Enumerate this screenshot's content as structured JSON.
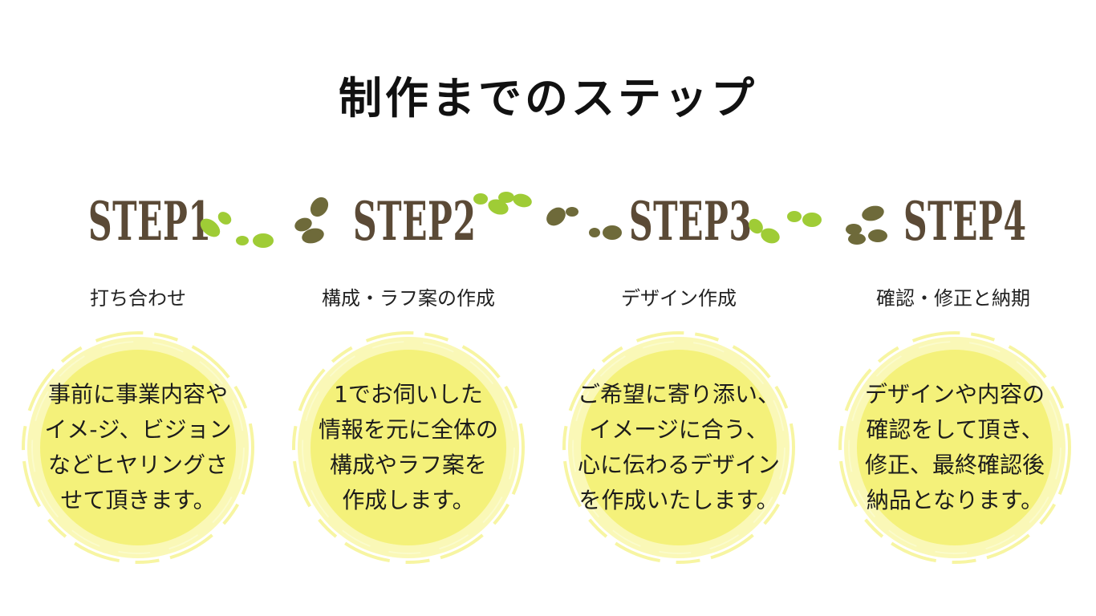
{
  "title": "制作までのステップ",
  "colors": {
    "green": "#9fcc36",
    "brown": "#6e6a3a",
    "yellow": "#f4f17a",
    "label": "#5b4a36"
  },
  "steps": [
    {
      "label": "STEP1",
      "title": "打ち合わせ",
      "text": "事前に事業内容や\nイメ-ジ、ビジョン\nなどヒヤリングさ\nせて頂きます。"
    },
    {
      "label": "STEP2",
      "title": "構成・ラフ案の作成",
      "text": "1でお伺いした\n情報を元に全体の\n構成やラフ案を\n作成します。"
    },
    {
      "label": "STEP3",
      "title": "デザイン作成",
      "text": "ご希望に寄り添い、\nイメージに合う、\n心に伝わるデザイン\nを作成いたします。"
    },
    {
      "label": "STEP4",
      "title": "確認・修正と納期",
      "text": "デザインや内容の\n確認をして頂き、\n修正、最終確認後\n納品となります。"
    }
  ]
}
